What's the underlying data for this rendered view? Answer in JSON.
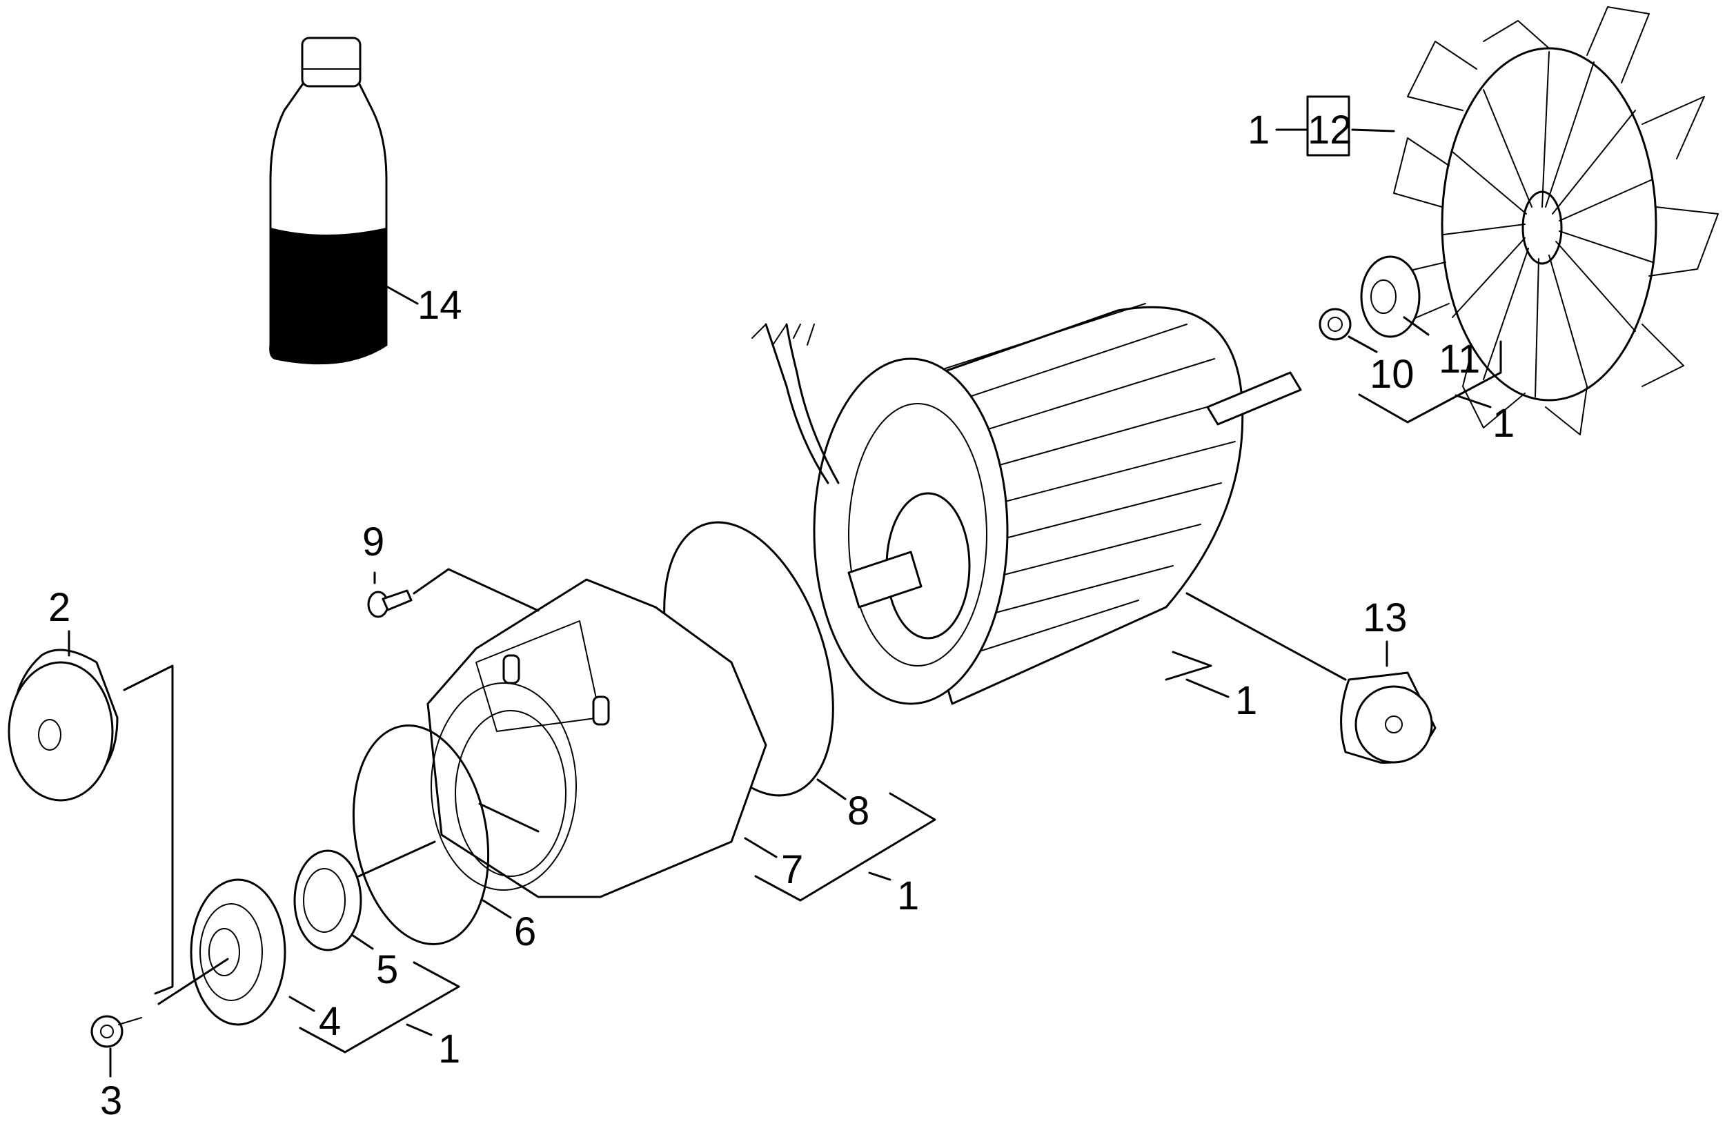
{
  "callouts": {
    "c1_fan": "1",
    "c12": "12",
    "c14": "14",
    "c10": "10",
    "c11": "11",
    "c1_fanbearing": "1",
    "c9": "9",
    "c2": "2",
    "c13": "13",
    "c1_motor": "1",
    "c8": "8",
    "c7": "7",
    "c1_housing": "1",
    "c6": "6",
    "c5": "5",
    "c4": "4",
    "c1_bearing": "1",
    "c3": "3"
  }
}
